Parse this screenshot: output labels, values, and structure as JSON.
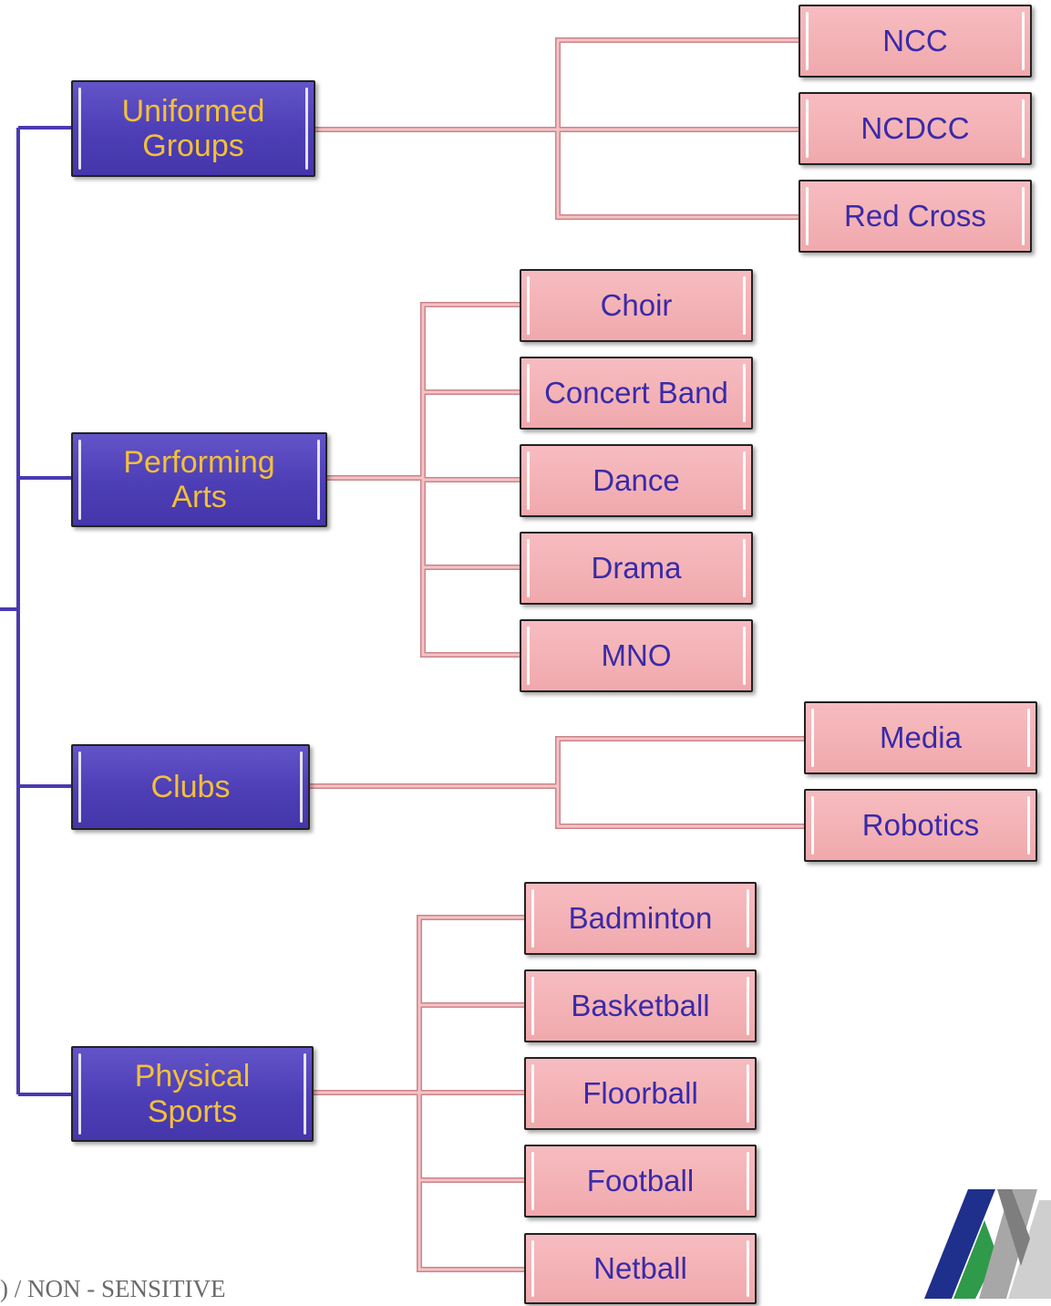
{
  "categories": [
    {
      "label": "Uniformed Groups",
      "children": [
        "NCC",
        "NCDCC",
        "Red Cross"
      ]
    },
    {
      "label": "Performing Arts",
      "children": [
        "Choir",
        "Concert Band",
        "Dance",
        "Drama",
        "MNO"
      ]
    },
    {
      "label": "Clubs",
      "children": [
        "Media",
        "Robotics"
      ]
    },
    {
      "label": "Physical Sports",
      "children": [
        "Badminton",
        "Basketball",
        "Floorball",
        "Football",
        "Netball"
      ]
    }
  ],
  "footer": ") / NON - SENSITIVE",
  "colors": {
    "category_fill": "#4d3eb6",
    "category_text": "#f2c03a",
    "leaf_fill": "#f3b0b4",
    "leaf_text": "#3a2aa8",
    "root_connector": "#4a3ab0",
    "branch_connector": "#efb0b4"
  },
  "logo": {
    "icon": "school-logo-icon"
  }
}
